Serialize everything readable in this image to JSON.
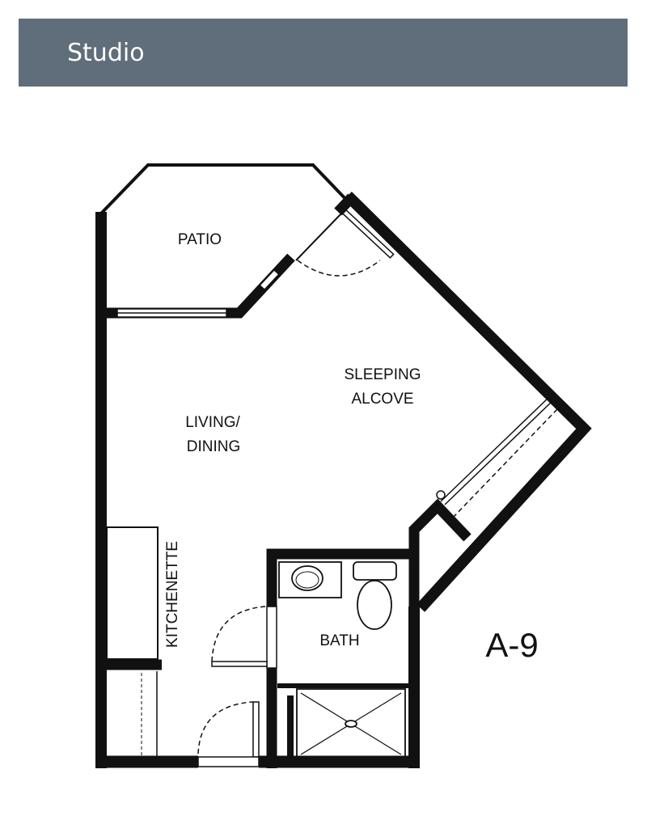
{
  "header": {
    "title": "Studio"
  },
  "plan": {
    "unit_code": "A-9",
    "rooms": {
      "patio": "PATIO",
      "sleeping_line1": "SLEEPING",
      "sleeping_line2": "ALCOVE",
      "living_line1": "LIVING/",
      "living_line2": "DINING",
      "kitchenette": "KITCHENETTE",
      "bath": "BATH"
    }
  },
  "colors": {
    "header_bg": "#5f6e7a",
    "wall": "#111111"
  }
}
